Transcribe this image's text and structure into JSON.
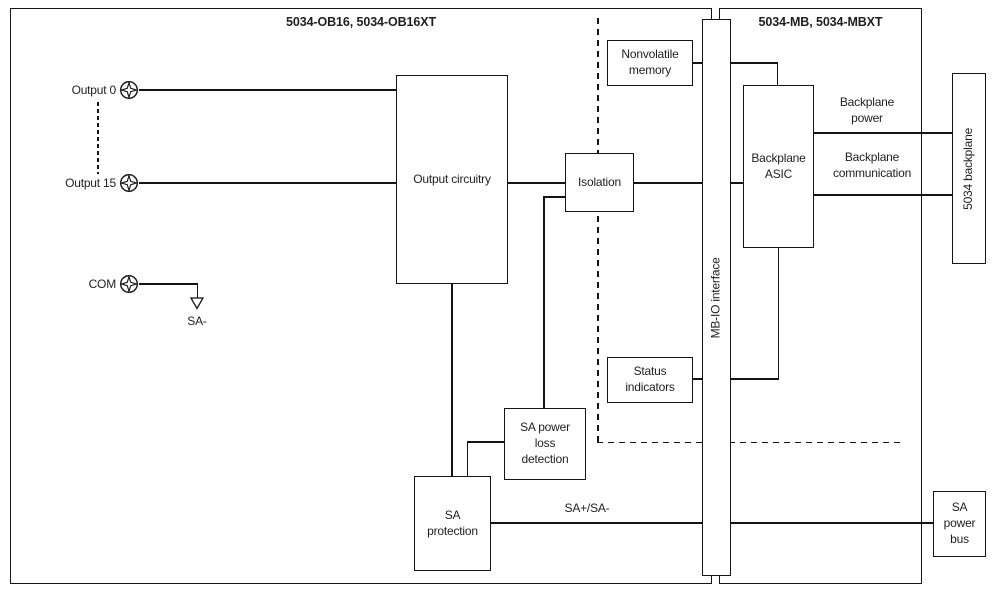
{
  "sections": {
    "left_title": "5034-OB16, 5034-OB16XT",
    "right_title": "5034-MB, 5034-MBXT"
  },
  "terminals": {
    "output0": "Output 0",
    "output15": "Output 15",
    "com": "COM",
    "ground": "SA-"
  },
  "blocks": {
    "output_circuitry": "Output circuitry",
    "isolation": "Isolation",
    "nonvolatile_memory": "Nonvolatile\nmemory",
    "status_indicators": "Status\nindicators",
    "sa_power_loss": "SA power\nloss\ndetection",
    "sa_protection": "SA\nprotection",
    "backplane_asic": "Backplane\nASIC",
    "mb_io_interface": "MB-IO interface",
    "backplane_5034": "5034 backplane",
    "sa_power_bus": "SA\npower\nbus"
  },
  "wires": {
    "sa_bus": "SA+/SA-",
    "backplane_power": "Backplane\npower",
    "backplane_communication": "Backplane\ncommunication"
  },
  "colors": {
    "line": "#141414",
    "text": "#1f1f1f",
    "background": "#ffffff"
  }
}
